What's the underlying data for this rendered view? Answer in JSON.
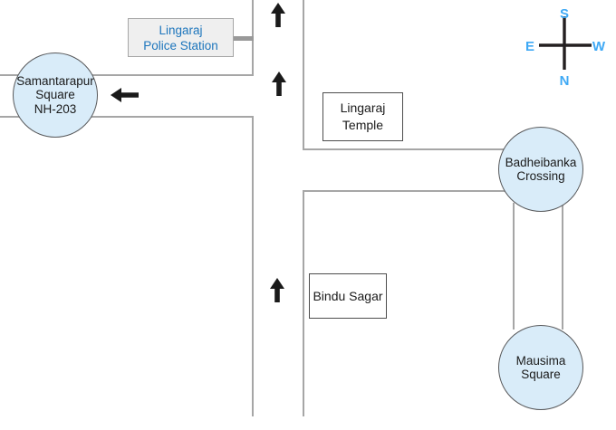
{
  "nodes": {
    "samantarapur": {
      "line1": "Samantarapur",
      "line2": "Square",
      "line3": "NH-203"
    },
    "badheibanka": {
      "line1": "Badheibanka",
      "line2": "Crossing"
    },
    "mausima": {
      "line1": "Mausima",
      "line2": "Square"
    }
  },
  "landmarks": {
    "police_station": {
      "line1": "Lingaraj",
      "line2": "Police Station"
    },
    "temple": {
      "line1": "Lingaraj",
      "line2": "Temple"
    },
    "bindu_sagar": {
      "label": "Bindu Sagar"
    }
  },
  "compass": {
    "top": "S",
    "left": "E",
    "right": "W",
    "bottom": "N"
  },
  "colors": {
    "node_fill": "#D9ECF9",
    "node_border": "#58595B",
    "road_line": "#A6A6A6",
    "connector_line": "#999999",
    "arrow": "#1A1A1A",
    "compass_label": "#3FA9F5",
    "compass_cross": "#231F20",
    "police_text": "#1C75BC",
    "police_fill": "#EFEFEF",
    "landmark_border": "#4D4D4D"
  }
}
